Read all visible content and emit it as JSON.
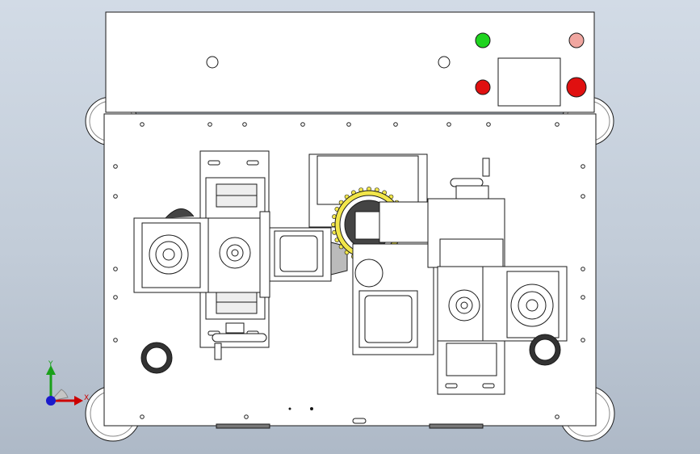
{
  "viewport": {
    "background_top": "#d2dbe6",
    "background_bottom": "#aeb9c7"
  },
  "control_panel": {
    "indicator_lights": [
      {
        "name": "green-light",
        "color": "#1fd41f"
      },
      {
        "name": "pink-light",
        "color": "#f0a6a0"
      },
      {
        "name": "red-light-small",
        "color": "#e01010"
      },
      {
        "name": "red-light-large",
        "color": "#e01010"
      }
    ],
    "display_screen": "blank"
  },
  "triad": {
    "x_label": "X",
    "y_label": "Y",
    "x_color": "#cc0000",
    "y_color": "#1aa01a",
    "z_color": "#1a1acc"
  },
  "colors": {
    "panel_fill": "#ffffff",
    "outline": "#1a1a1a",
    "gear_highlight": "#f2e64a",
    "dark_part": "#444444"
  }
}
